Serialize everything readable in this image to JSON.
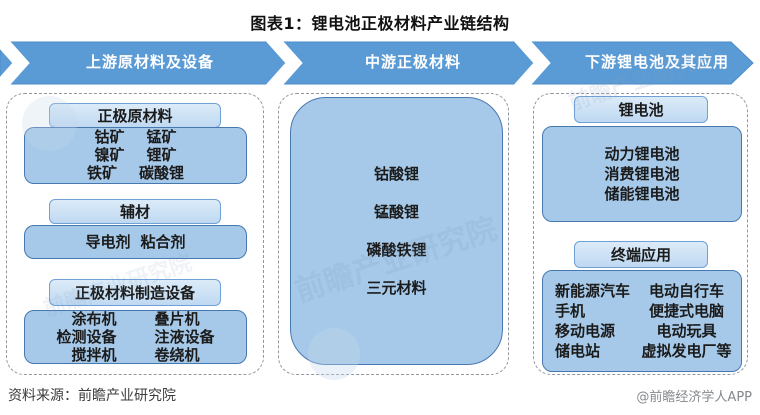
{
  "title": "图表1：锂电池正极材料产业链结构",
  "flow": {
    "stages": [
      {
        "label": "上游原材料及设备"
      },
      {
        "label": "中游正极材料"
      },
      {
        "label": "下游锂电池及其应用"
      }
    ]
  },
  "upstream": {
    "groups": [
      {
        "header": "正极原材料",
        "rows": [
          [
            "钴矿",
            "锰矿"
          ],
          [
            "镍矿",
            "锂矿"
          ],
          [
            "铁矿",
            "碳酸锂"
          ]
        ]
      },
      {
        "header": "辅材",
        "rows": [
          [
            "导电剂",
            "粘合剂"
          ]
        ]
      },
      {
        "header": "正极材料制造设备",
        "rows": [
          [
            "涂布机",
            "叠片机"
          ],
          [
            "检测设备",
            "注液设备"
          ],
          [
            "搅拌机",
            "卷绕机"
          ]
        ]
      }
    ]
  },
  "midstream": {
    "items": [
      "钴酸锂",
      "锰酸锂",
      "磷酸铁锂",
      "三元材料"
    ]
  },
  "downstream": {
    "groups": [
      {
        "header": "锂电池",
        "items": [
          "动力锂电池",
          "消费锂电池",
          "储能锂电池"
        ]
      },
      {
        "header": "终端应用",
        "rows": [
          [
            "新能源汽车",
            "电动自行车"
          ],
          [
            "手机",
            "便捷式电脑"
          ],
          [
            "移动电源",
            "电动玩具"
          ],
          [
            "储电站",
            "虚拟发电厂等"
          ]
        ]
      }
    ]
  },
  "footer": {
    "source": "资料来源：前瞻产业研究院",
    "credit": "@前瞻经济学人APP"
  },
  "watermark": {
    "text": "前瞻产业研究院"
  },
  "colors": {
    "arrow_blue": "#5B9BD5",
    "box_fill": "#A6C9E9",
    "box_border": "#4878B0",
    "header_fill": "#C9DEF4",
    "header_border": "#6FA0D6",
    "panel_dash": "#90979E",
    "band_text": "#FFFFFF"
  }
}
